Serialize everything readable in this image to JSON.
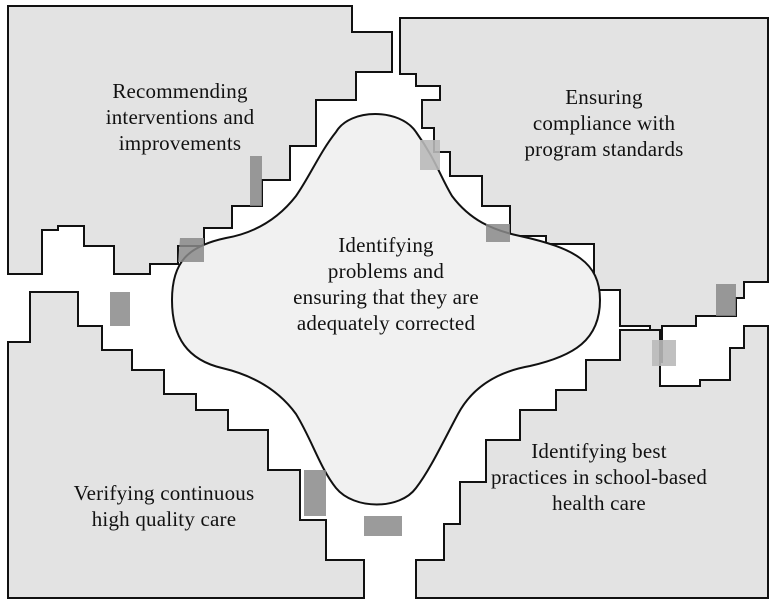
{
  "pieces": {
    "top_left": {
      "lines": [
        "Recommending",
        "interventions and",
        "improvements"
      ]
    },
    "top_right": {
      "lines": [
        "Ensuring",
        "compliance with",
        "program standards"
      ]
    },
    "center": {
      "lines": [
        "Identifying",
        "problems and",
        "ensuring that they are",
        "adequately corrected"
      ]
    },
    "bottom_left": {
      "lines": [
        "Verifying continuous",
        "high quality care"
      ]
    },
    "bottom_right": {
      "lines": [
        "Identifying best",
        "practices in school-based",
        "health care"
      ]
    }
  },
  "colors": {
    "piece_fill": "#e3e3e3",
    "center_fill": "#f1f1f1",
    "outline": "#111111",
    "bevel": "#8a8a8a"
  }
}
